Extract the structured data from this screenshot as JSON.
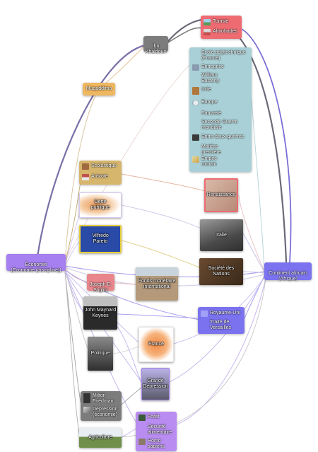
{
  "nodes": {
    "ibn_khaldoun": "Ibn\nKhaldoun",
    "muqaddima": "Muqaddima",
    "economie": "Économie\n(Économie (discipline))",
    "continent_africain": "Continent africain\n(Afrique)",
    "renaissance": "Renaissance",
    "italie": "Italie",
    "societe_des_nations": "Société des\nNations",
    "fonds_monetaire": "Fonds monétaire\ninternational",
    "joseph_stiglitz": "Joseph E.\nStiglitz",
    "john_maynard_keynes": "John Maynard\nKeynes",
    "dette_publique": "Dette\npublique",
    "vilfredo_pareto": "Vilfredo\nPareto",
    "politique": "Politique",
    "france": "France",
    "grande_depression": "Grande\nDépression",
    "agriculture": "Agriculture"
  },
  "groups": {
    "tunisie_group": [
      "Tunisie",
      "Almohades"
    ],
    "teal_group": [
      "École polytechnique\n(France)",
      "Entreprise",
      "William\nEasterly",
      "Inde",
      "Europe",
      "Pauvreté",
      "Seconde Guerre\nmondiale",
      "Entre-deux-guerres",
      "Matière\npremière",
      "Empire\nromain"
    ],
    "scolastique_group": [
      "Scolastique",
      "Aristote"
    ],
    "royaume_group": [
      "Royaume-Uni",
      "Traité de\nVersailles"
    ],
    "friedman_group": [
      "Milton\nFriedman",
      "Dépression\n(économie)"
    ],
    "foret_group": [
      "Forêt",
      "Sécurité\nalimentaire",
      "Homo\nsapiens"
    ]
  },
  "colors": {
    "purple_node": "#a67ff0",
    "blue_node": "#7b72f0",
    "gray_node": "#7c7c7c",
    "red_node": "#ef6b72",
    "teal_group": "#a9d0d6",
    "tan_group": "#d6b56c",
    "orange_node": "#efb760"
  }
}
